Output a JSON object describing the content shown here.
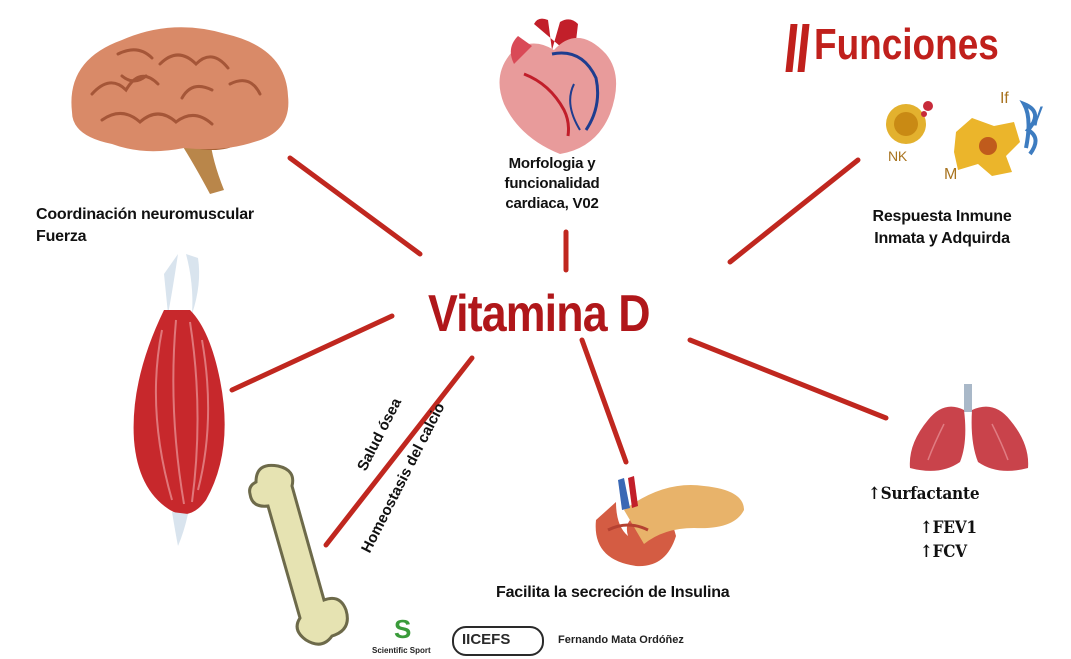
{
  "heading": "Funciones",
  "center": "Vitamina D",
  "labels": {
    "brain": [
      "Coordinación neuromuscular",
      "Fuerza"
    ],
    "heart": [
      "Morfologia y",
      "funcionalidad",
      "cardiaca, V02"
    ],
    "immune": [
      "Respuesta Inmune",
      "Inmata y Adquirda"
    ],
    "immune_marks": {
      "nk": "NK",
      "m": "M",
      "if": "If",
      "gamma": "γ"
    },
    "bone_1": "Salud ósea",
    "bone_2": "Homeostasis del calcio",
    "pancreas": "Facilita la secreción de Insulina",
    "lungs": [
      "Surfactante",
      "FEV1",
      "FCV"
    ],
    "arrow": "↑"
  },
  "footer": {
    "scientific_sport": "Scientific Sport",
    "iicefs": "IICEFS",
    "author": "Fernando Mata Ordóñez"
  },
  "colors": {
    "accent": "#c0201c",
    "line": "#c0271f",
    "text": "#111111"
  }
}
